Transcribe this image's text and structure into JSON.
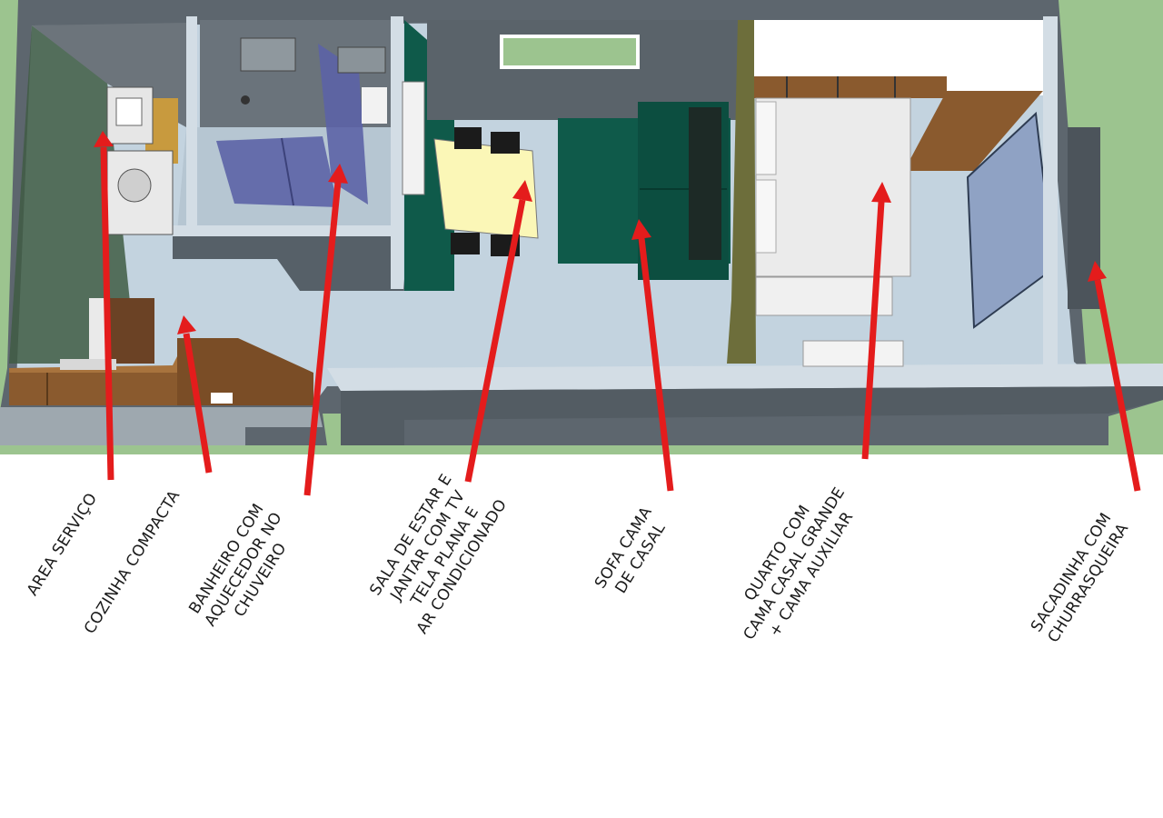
{
  "diagram": {
    "callouts": [
      {
        "id": "area-servico",
        "text": "AREA SERVIÇO"
      },
      {
        "id": "cozinha",
        "text": "COZINHA COMPACTA"
      },
      {
        "id": "banheiro",
        "text": "BANHEIRO COM\nAQUECEDOR NO\nCHUVEIRO"
      },
      {
        "id": "sala",
        "text": "SALA DE ESTAR E\nJANTAR COM TV\nTELA PLANA E\nAR CONDICIONADO"
      },
      {
        "id": "sofa",
        "text": "SOFA CAMA\nDE CASAL"
      },
      {
        "id": "quarto",
        "text": "QUARTO COM\nCAMA CASAL GRANDE\n+ CAMA AUXILIAR"
      },
      {
        "id": "sacadinha",
        "text": "SACADINHA COM\nCHURRASQUEIRA"
      }
    ],
    "colors": {
      "grass": "#9cc48f",
      "floor": "#c3d3df",
      "wall": "#6a747d",
      "wall_dark": "#4c545b",
      "wall_top": "#d3dde5",
      "wood": "#8a5a2e",
      "sofa": "#0f5a4a",
      "table": "#fbf7b7",
      "glass": "#5c63a6",
      "arrow": "#e41c1c",
      "bed": "#ebebeb"
    }
  }
}
